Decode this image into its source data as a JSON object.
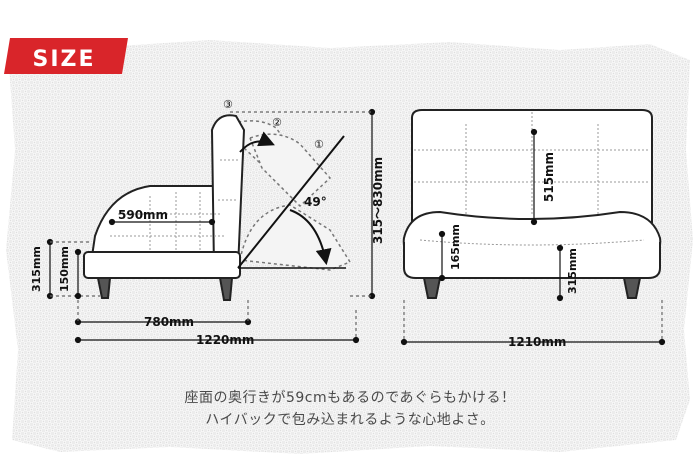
{
  "banner": {
    "label": "SIZE",
    "color": "#d9252a"
  },
  "side_view": {
    "seat_depth": "590mm",
    "angle": "49°",
    "height_range": "315～830mm",
    "seat_height": "315mm",
    "frame_height": "150mm",
    "leg_span": "780mm",
    "total_length": "1220mm",
    "positions": [
      "①",
      "②",
      "③"
    ]
  },
  "front_view": {
    "back_height": "515mm",
    "side_height": "165mm",
    "seat_height": "315mm",
    "width": "1210mm"
  },
  "caption": {
    "line1": "座面の奥行きが59cmもあるのであぐらもかける！",
    "line2": "ハイバックで包み込まれるような心地よさ。"
  }
}
